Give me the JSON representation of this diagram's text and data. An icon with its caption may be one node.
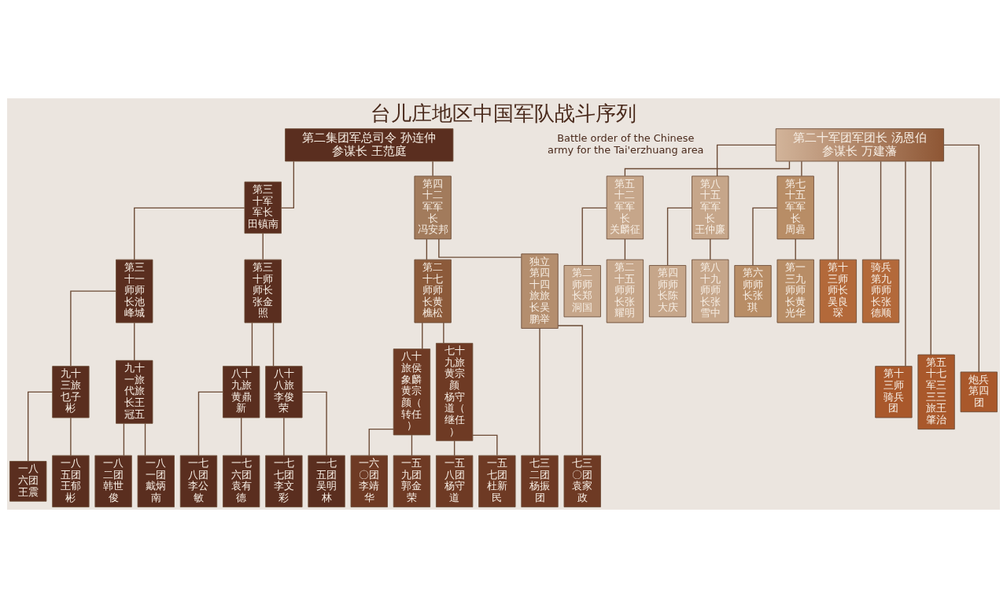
{
  "diagram": {
    "title": "台儿庄地区中国军队战斗序列",
    "nodes": [
      {
        "text": [
          "第二集团军总司令 孙连仲",
          "参谋长 王范庭"
        ]
      },
      {
        "text": [
          "第二十军团军团长 汤恩伯",
          "参谋长 万建藩"
        ]
      },
      {
        "text": [
          "第三十军军长",
          "田镇南"
        ]
      },
      {
        "text": [
          "第四十二军军长",
          "冯安邦"
        ]
      },
      {
        "text": [
          "第五十二军军长",
          "关麟征"
        ]
      },
      {
        "text": [
          "第八十五军军长",
          "王仲廉"
        ]
      },
      {
        "text": [
          "第七十五军军长",
          "周碞"
        ]
      },
      {
        "text": [
          "第三十一师师长池峰城"
        ]
      },
      {
        "text": [
          "第三十师师长张金照"
        ]
      },
      {
        "text": [
          "第二十七师师长黄樵松"
        ]
      },
      {
        "text": [
          "独立第四十四旅旅长吴鹏举"
        ]
      },
      {
        "text": [
          "第二师师长郑洞国"
        ]
      },
      {
        "text": [
          "第二十五师师长张耀明"
        ]
      },
      {
        "text": [
          "第四师师长陈大庆"
        ]
      },
      {
        "text": [
          "第八十九师师长张雪中"
        ]
      },
      {
        "text": [
          "第六师师长张琪"
        ]
      },
      {
        "text": [
          "第一三九师师长黄光华"
        ]
      },
      {
        "text": [
          "第十三师师长吴良琛"
        ]
      },
      {
        "text": [
          "骑兵第九师师长张德顺"
        ]
      },
      {
        "text": [
          "第十三师骑兵团"
        ]
      },
      {
        "text": [
          "第五十七军三三三旅王肇治"
        ]
      },
      {
        "text": [
          "炮兵第四团"
        ]
      },
      {
        "text": [
          "九十三旅乜子彬"
        ]
      },
      {
        "text": [
          "九十一旅代旅长王冠五"
        ]
      },
      {
        "text": [
          "八十九旅黄鼎新"
        ]
      },
      {
        "text": [
          "八十八旅李俊荣"
        ]
      },
      {
        "text": [
          "八十旅侯象麟",
          "黄宗颜（转任）"
        ]
      },
      {
        "text": [
          "七十九旅黄宗颜",
          "杨守道（继任）"
        ]
      },
      {
        "text": [
          "一八六团王震"
        ]
      },
      {
        "text": [
          "一八五团王郁彬"
        ]
      },
      {
        "text": [
          "一八二团韩世俊"
        ]
      },
      {
        "text": [
          "一八一团戴炳南"
        ]
      },
      {
        "text": [
          "一七八团李公敏"
        ]
      },
      {
        "text": [
          "一七六团袁有德"
        ]
      },
      {
        "text": [
          "一七七团李文彩"
        ]
      },
      {
        "text": [
          "一七五团吴明林"
        ]
      },
      {
        "text": [
          "一六〇团李靖华"
        ]
      },
      {
        "text": [
          "一五九团郭金荣"
        ]
      },
      {
        "text": [
          "一五八团杨守道"
        ]
      },
      {
        "text": [
          "一五七团杜新民"
        ]
      },
      {
        "text": [
          "七三二团杨振团"
        ]
      },
      {
        "text": [
          "七三〇团袁家政"
        ]
      }
    ],
    "edges": [
      {
        "from": 0,
        "to": 2,
        "arrow": "none"
      },
      {
        "from": 0,
        "to": 3,
        "arrow": "none"
      },
      {
        "from": 1,
        "to": 4,
        "arrow": "none"
      },
      {
        "from": 1,
        "to": 5,
        "arrow": "none"
      },
      {
        "from": 1,
        "to": 6,
        "arrow": "none"
      },
      {
        "from": 1,
        "to": 17,
        "arrow": "none"
      },
      {
        "from": 1,
        "to": 18,
        "arrow": "none"
      },
      {
        "from": 1,
        "to": 19,
        "arrow": "none"
      },
      {
        "from": 1,
        "to": 20,
        "arrow": "none"
      },
      {
        "from": 1,
        "to": 21,
        "arrow": "none"
      },
      {
        "from": 2,
        "to": 7,
        "arrow": "none"
      },
      {
        "from": 2,
        "to": 8,
        "arrow": "none"
      },
      {
        "from": 3,
        "to": 9,
        "arrow": "none"
      },
      {
        "from": 3,
        "to": 10,
        "arrow": "none"
      },
      {
        "from": 4,
        "to": 11,
        "arrow": "none"
      },
      {
        "from": 4,
        "to": 12,
        "arrow": "none"
      },
      {
        "from": 5,
        "to": 13,
        "arrow": "none"
      },
      {
        "from": 5,
        "to": 14,
        "arrow": "none"
      },
      {
        "from": 6,
        "to": 15,
        "arrow": "none"
      },
      {
        "from": 6,
        "to": 16,
        "arrow": "none"
      },
      {
        "from": 7,
        "to": 22,
        "arrow": "none"
      },
      {
        "from": 7,
        "to": 23,
        "arrow": "none"
      },
      {
        "from": 8,
        "to": 24,
        "arrow": "none"
      },
      {
        "from": 8,
        "to": 25,
        "arrow": "none"
      },
      {
        "from": 9,
        "to": 26,
        "arrow": "none"
      },
      {
        "from": 9,
        "to": 27,
        "arrow": "none"
      },
      {
        "from": 22,
        "to": 28,
        "arrow": "none"
      },
      {
        "from": 22,
        "to": 29,
        "arrow": "none"
      },
      {
        "from": 23,
        "to": 30,
        "arrow": "none"
      },
      {
        "from": 23,
        "to": 31,
        "arrow": "none"
      },
      {
        "from": 24,
        "to": 32,
        "arrow": "none"
      },
      {
        "from": 24,
        "to": 33,
        "arrow": "none"
      },
      {
        "from": 25,
        "to": 34,
        "arrow": "none"
      },
      {
        "from": 25,
        "to": 35,
        "arrow": "none"
      },
      {
        "from": 26,
        "to": 36,
        "arrow": "none"
      },
      {
        "from": 26,
        "to": 37,
        "arrow": "none"
      },
      {
        "from": 27,
        "to": 38,
        "arrow": "none"
      },
      {
        "from": 27,
        "to": 39,
        "arrow": "none"
      },
      {
        "from": 10,
        "to": 40,
        "arrow": "none"
      },
      {
        "from": 10,
        "to": 41,
        "arrow": "none"
      }
    ],
    "labels": [
      "Battle order of the Chinese army for the Tai'erzhuang area"
    ]
  }
}
